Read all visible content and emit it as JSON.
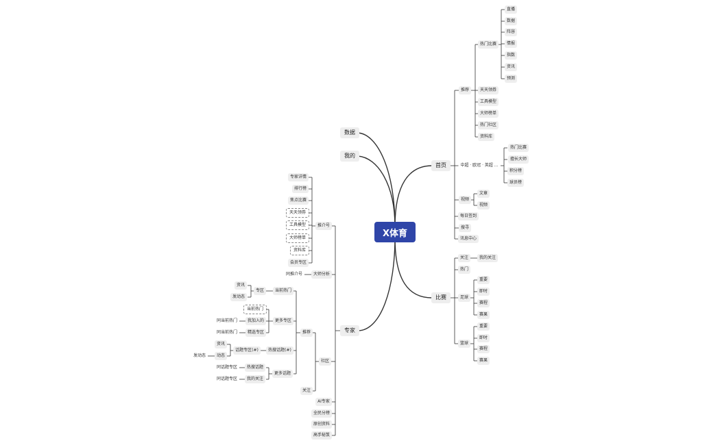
{
  "colors": {
    "root_bg": "#2f45a8",
    "line": "#333333",
    "node_bg": "#eeeeee"
  },
  "root": {
    "label": "X体育"
  },
  "branches": {
    "shuju": {
      "label": "数据"
    },
    "wode": {
      "label": "我的"
    },
    "shouye": {
      "label": "首页",
      "tuijian": {
        "label": "推荐",
        "remen": {
          "label": "热门比赛",
          "items": [
            "直播",
            "数据",
            "阵容",
            "情报",
            "指数",
            "资讯",
            "预测"
          ]
        },
        "items": [
          "天天领券",
          "工具模型",
          "大师榜单",
          "热门社区",
          "资料库"
        ]
      },
      "zhongchao": {
        "label": "中超 · 欧冠 · 英超 ...",
        "items": [
          "热门比赛",
          "擅长大师",
          "积分榜",
          "球员榜"
        ]
      },
      "shipin": {
        "label": "视频",
        "items": [
          "文章",
          "视频"
        ]
      },
      "others": [
        "每日签到",
        "搜寻",
        "讯息中心"
      ]
    },
    "bisai": {
      "label": "比赛",
      "guanzhu": {
        "label": "关注",
        "child": "我的关注"
      },
      "remen": "热门",
      "zuqiu": {
        "label": "足球",
        "items": [
          "重要",
          "即时",
          "赛程",
          "赛果"
        ]
      },
      "lanqiu": {
        "label": "篮球",
        "items": [
          "重要",
          "即时",
          "赛程",
          "赛果"
        ]
      }
    },
    "zhuanjia": {
      "label": "专家",
      "tuijiehao": {
        "label": "推介号",
        "items": [
          "专家详情",
          "排行榜",
          "焦点比赛",
          "天天领券",
          "工具模型",
          "大师榜单",
          "资料库",
          "会员专区"
        ]
      },
      "dashi": {
        "label": "大师分析",
        "child": "同推介号"
      },
      "shequ": {
        "label": "社区",
        "tuijian": {
          "label": "推荐",
          "dangqian": {
            "label": "当前热门",
            "zhuanqu": "专区",
            "items": [
              "资讯",
              "发动态"
            ]
          },
          "gengduo": {
            "label": "更多专区",
            "items": [
              "当前热门",
              "我加入的",
              "精选专区"
            ],
            "refs": [
              "同当前热门",
              "同当前热门"
            ]
          },
          "huati": {
            "label": "热搜话题(#)",
            "sub": "话题专区(#)",
            "items": [
              "资讯",
              "动态"
            ],
            "ref": "发动态"
          },
          "gengduohuati": {
            "label": "更多话题",
            "items": [
              "热搜话题",
              "我的关注"
            ],
            "refs": [
              "同话题专区",
              "同话题专区"
            ]
          }
        },
        "guanzhu": "关注"
      },
      "others": [
        "AI专家",
        "全民分榜",
        "原创资料",
        "高手秘笈"
      ]
    }
  }
}
